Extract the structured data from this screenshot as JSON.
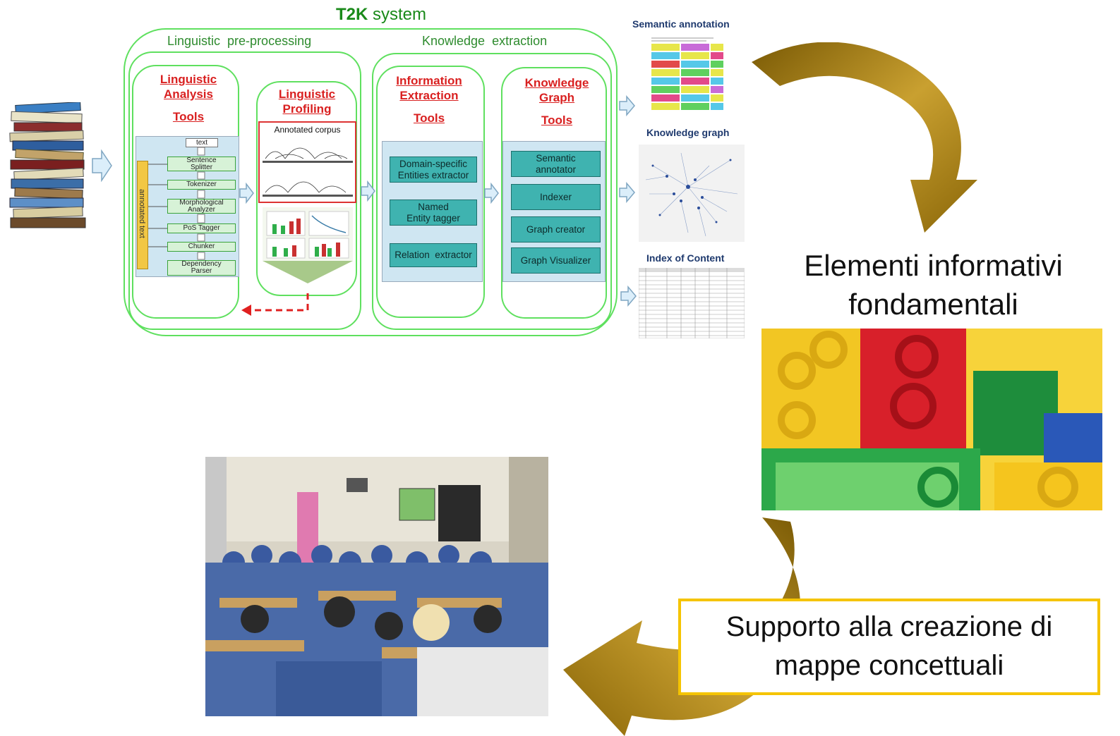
{
  "system": {
    "title_bold": "T2K",
    "title_rest": " system",
    "section_left": "Linguistic  pre-processing",
    "section_right": "Knowledge  extraction"
  },
  "columns": {
    "linguistic_analysis": {
      "title_line1": "Linguistic",
      "title_line2": "Analysis",
      "tools": "Tools"
    },
    "linguistic_profiling": {
      "title_line1": "Linguistic",
      "title_line2": "Profiling"
    },
    "information_extraction": {
      "title_line1": "Information",
      "title_line2": "Extraction",
      "tools": "Tools"
    },
    "knowledge_graph": {
      "title_line1": "Knowledge",
      "title_line2": "Graph",
      "tools": "Tools"
    }
  },
  "pipeline": {
    "side_label": "annotated text",
    "steps": [
      "text",
      "Sentence Splitter",
      "Tokenizer",
      "Morphological Analyzer",
      "PoS Tagger",
      "Chunker",
      "Dependency Parser"
    ]
  },
  "profiling": {
    "corpus_label": "Annotated corpus"
  },
  "ie_tools": [
    "Domain-specific Entities extractor",
    "Named Entity tagger",
    "Relation  extractor"
  ],
  "kg_tools": [
    "Semantic annotator",
    "Indexer",
    "Graph creator",
    "Graph Visualizer"
  ],
  "outputs": {
    "semantic_annotation": "Semantic annotation",
    "knowledge_graph": "Knowledge graph",
    "index_of_content": "Index of Content"
  },
  "right_panel": {
    "heading_line1": "Elementi informativi",
    "heading_line2": "fondamentali",
    "support_line1": "Supporto alla creazione di",
    "support_line2": "mappe concettuali"
  },
  "colors": {
    "green_border": "#5fe05f",
    "red_title": "#d92020",
    "teal": "#3fb3b0",
    "gold_arrow": "#b8860b",
    "support_border": "#f5c400"
  }
}
